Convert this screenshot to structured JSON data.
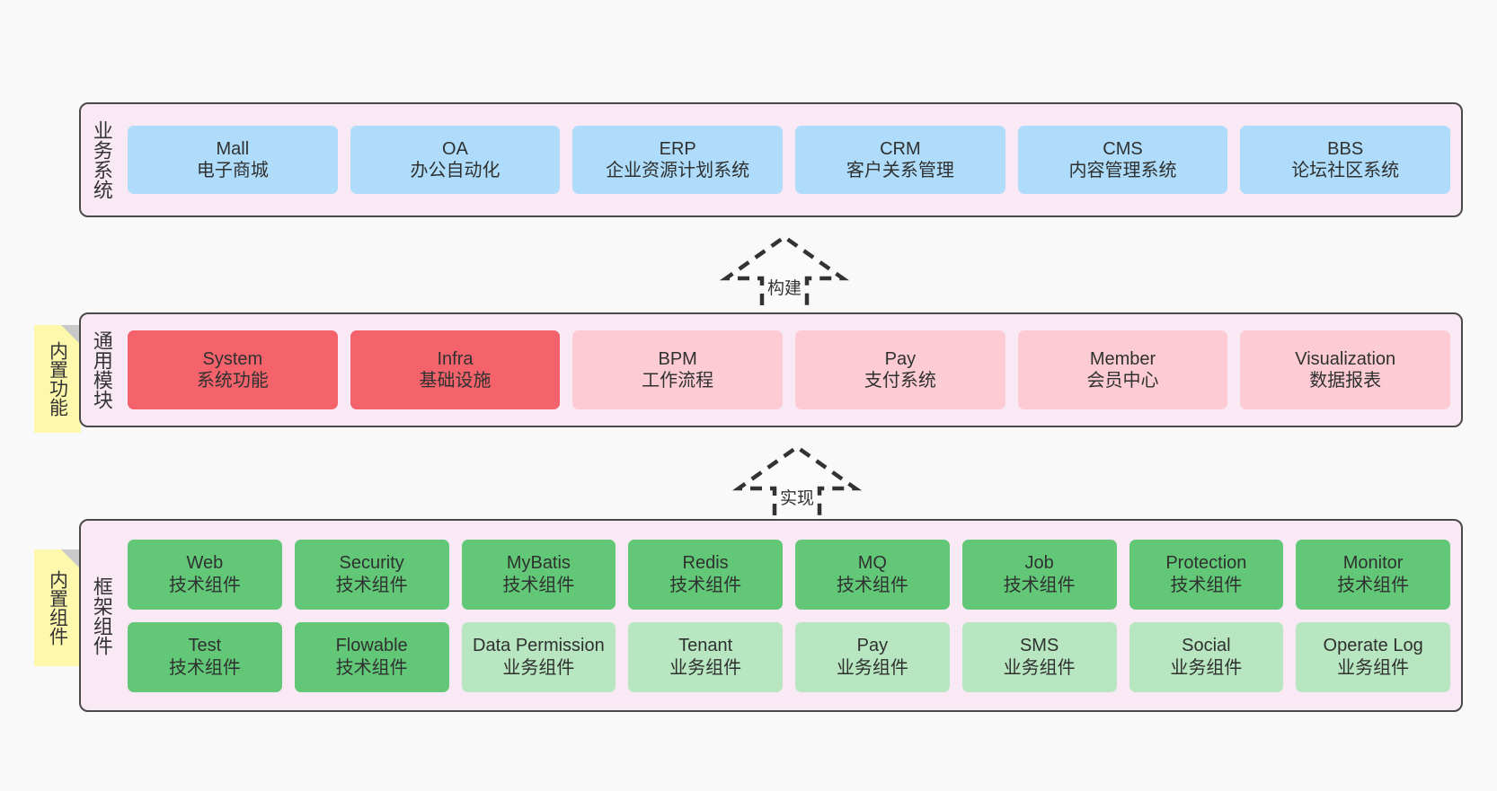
{
  "diagram": {
    "background_color": "#f9f9f9",
    "layer_fill": "#f9e9f4",
    "layer_border": "#4a4a4a"
  },
  "business_layer": {
    "label": "业务系统",
    "cards": [
      {
        "title": "Mall",
        "subtitle": "电子商城"
      },
      {
        "title": "OA",
        "subtitle": "办公自动化"
      },
      {
        "title": "ERP",
        "subtitle": "企业资源计划系统"
      },
      {
        "title": "CRM",
        "subtitle": "客户关系管理"
      },
      {
        "title": "CMS",
        "subtitle": "内容管理系统"
      },
      {
        "title": "BBS",
        "subtitle": "论坛社区系统"
      }
    ],
    "card_color": "#aedcfa"
  },
  "connector_build": {
    "label": "构建",
    "style": "dashed-block-arrow-up"
  },
  "connector_implement": {
    "label": "实现",
    "style": "dashed-block-arrow-up"
  },
  "module_layer": {
    "sticky_label": "内置功能",
    "sticky_color": "#fdf8ac",
    "label": "通用模块",
    "cards": [
      {
        "title": "System",
        "subtitle": "系统功能",
        "variant": "strong"
      },
      {
        "title": "Infra",
        "subtitle": "基础设施",
        "variant": "strong"
      },
      {
        "title": "BPM",
        "subtitle": "工作流程",
        "variant": "light"
      },
      {
        "title": "Pay",
        "subtitle": "支付系统",
        "variant": "light"
      },
      {
        "title": "Member",
        "subtitle": "会员中心",
        "variant": "light"
      },
      {
        "title": "Visualization",
        "subtitle": "数据报表",
        "variant": "light"
      }
    ],
    "strong_color": "#f4636b",
    "light_color": "#fccbd4"
  },
  "framework_layer": {
    "sticky_label": "内置组件",
    "sticky_color": "#fdf8ac",
    "label": "框架组件",
    "row1": [
      {
        "title": "Web",
        "subtitle": "技术组件"
      },
      {
        "title": "Security",
        "subtitle": "技术组件"
      },
      {
        "title": "MyBatis",
        "subtitle": "技术组件"
      },
      {
        "title": "Redis",
        "subtitle": "技术组件"
      },
      {
        "title": "MQ",
        "subtitle": "技术组件"
      },
      {
        "title": "Job",
        "subtitle": "技术组件"
      },
      {
        "title": "Protection",
        "subtitle": "技术组件"
      },
      {
        "title": "Monitor",
        "subtitle": "技术组件"
      }
    ],
    "row2": [
      {
        "title": "Test",
        "subtitle": "技术组件",
        "variant": "strong"
      },
      {
        "title": "Flowable",
        "subtitle": "技术组件",
        "variant": "strong"
      },
      {
        "title": "Data Permission",
        "subtitle": "业务组件",
        "variant": "light"
      },
      {
        "title": "Tenant",
        "subtitle": "业务组件",
        "variant": "light"
      },
      {
        "title": "Pay",
        "subtitle": "业务组件",
        "variant": "light"
      },
      {
        "title": "SMS",
        "subtitle": "业务组件",
        "variant": "light"
      },
      {
        "title": "Social",
        "subtitle": "业务组件",
        "variant": "light"
      },
      {
        "title": "Operate Log",
        "subtitle": "业务组件",
        "variant": "light"
      }
    ],
    "strong_color": "#62c878",
    "light_color": "#b8e6c0"
  }
}
